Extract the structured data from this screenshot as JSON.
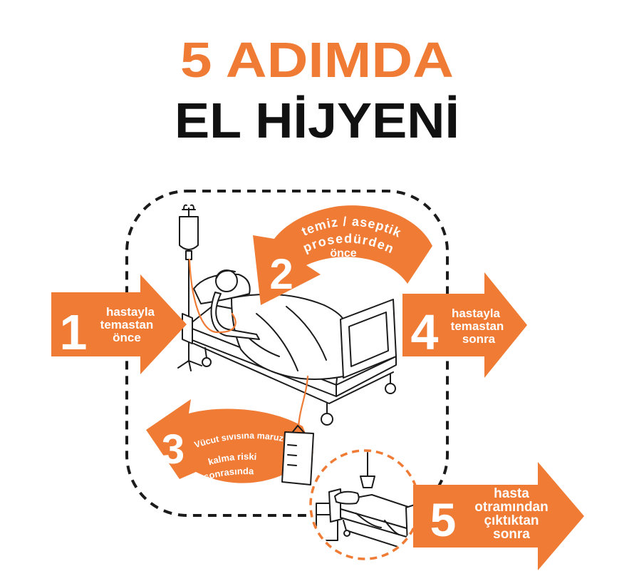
{
  "title": {
    "line1": "5 ADIMDA",
    "line2": "EL HİJYENİ"
  },
  "steps": [
    {
      "number": "1",
      "lines": [
        "hastayla",
        "temastan",
        "önce"
      ]
    },
    {
      "number": "2",
      "lines": [
        "temiz / aseptik",
        "prosedürden",
        "önce"
      ]
    },
    {
      "number": "3",
      "lines": [
        "Vücut sıvısına maruz",
        "kalma riski",
        "sonrasında"
      ]
    },
    {
      "number": "4",
      "lines": [
        "hastayla",
        "temastan",
        "sonra"
      ]
    },
    {
      "number": "5",
      "lines": [
        "hasta",
        "otramından",
        "çıktıktan",
        "sonra"
      ]
    }
  ],
  "illustrations": [
    "iv-pole-icon",
    "hospital-bed-icon",
    "patient-icon",
    "urine-bag-icon",
    "empty-room-bed-icon"
  ],
  "colors": {
    "accent": "#ef7b35",
    "dark": "#111111",
    "outline": "#1b1b1b",
    "background": "#ffffff"
  }
}
